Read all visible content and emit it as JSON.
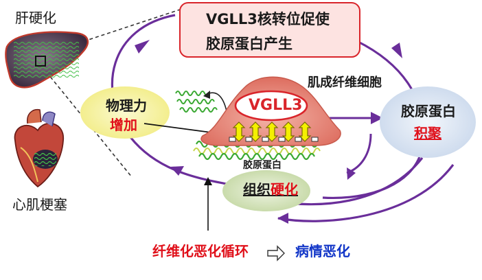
{
  "organs": {
    "liver_label": "肝硬化",
    "heart_label": "心肌梗塞"
  },
  "top_box": {
    "line1": "VGLL3核转位促使",
    "line2": "胶原蛋白产生"
  },
  "cell": {
    "label": "肌成纤维细胞",
    "nucleus_label": "VGLL3",
    "collagen_label": "胶原蛋白"
  },
  "force": {
    "line1": "物理力",
    "line2": "增加"
  },
  "accumulate": {
    "line1": "胶原蛋白",
    "line2": "积聚"
  },
  "stiffen": {
    "prefix": "组织",
    "highlight": "硬化"
  },
  "bottom": {
    "cycle": "纤维化恶化循环",
    "result": "病情恶化"
  },
  "colors": {
    "cycle_arrow": "#6a2e9a",
    "top_box_fill": "#fde3e1",
    "top_box_border": "#d9242a",
    "force_bubble": "#f7f3a8",
    "accumulate_bubble": "#dfe8f4",
    "stiffen_bubble": "#dde8c6",
    "cell_fill": "#e78679",
    "collagen_fiber": "#3aa832",
    "arrow_yellow": "#f4f000"
  }
}
